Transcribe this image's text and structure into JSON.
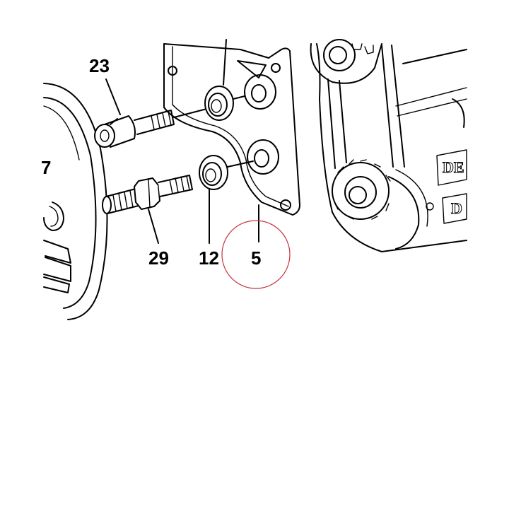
{
  "diagram": {
    "callouts": {
      "c23": "23",
      "c7": "7",
      "c29": "29",
      "c12": "12",
      "c5": "5"
    },
    "cover_text": {
      "top": "DE",
      "bottom": "D"
    },
    "highlight_color": "#c8323c",
    "line_color": "#000000"
  }
}
